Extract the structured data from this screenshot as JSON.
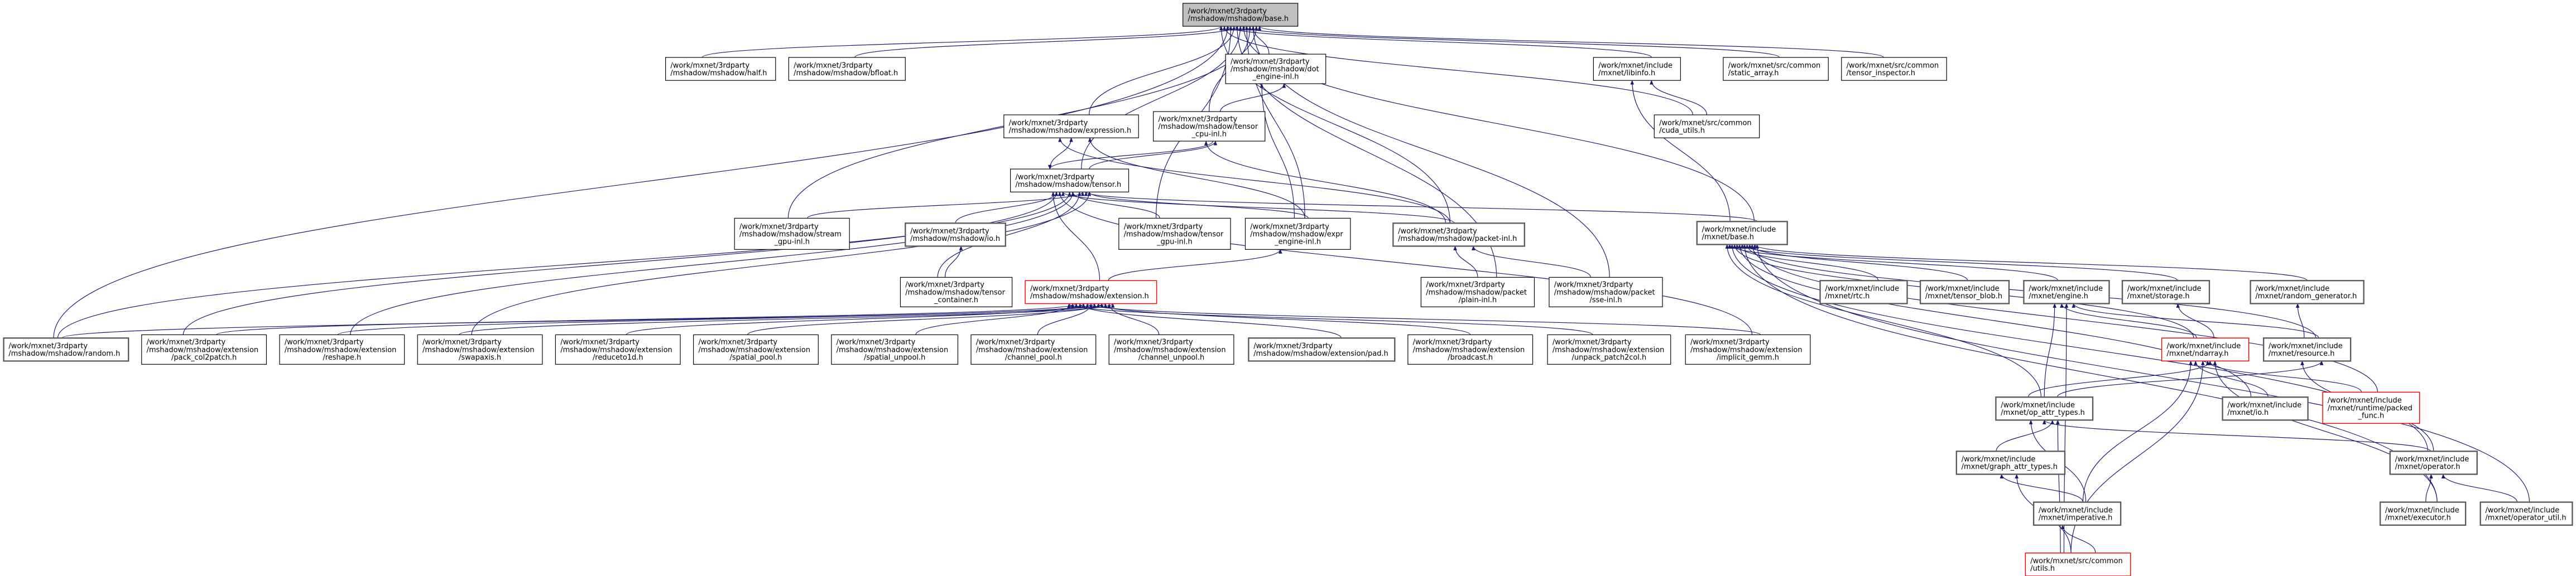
{
  "colors": {
    "edge": "#191970",
    "main_fill": "#bfbfbf",
    "truncated_border": "#ff0000",
    "border": "#000000"
  },
  "nodes": [
    {
      "id": "base",
      "lines": [
        "/work/mxnet/3rdparty",
        "/mshadow/mshadow/base.h"
      ],
      "style": "main"
    },
    {
      "id": "half",
      "lines": [
        "/work/mxnet/3rdparty",
        "/mshadow/mshadow/half.h"
      ],
      "style": "normal"
    },
    {
      "id": "bfloat",
      "lines": [
        "/work/mxnet/3rdparty",
        "/mshadow/mshadow/bfloat.h"
      ],
      "style": "normal"
    },
    {
      "id": "dot_engine",
      "lines": [
        "/work/mxnet/3rdparty",
        "/mshadow/mshadow/dot",
        "_engine-inl.h"
      ],
      "style": "normal"
    },
    {
      "id": "libinfo",
      "lines": [
        "/work/mxnet/include",
        "/mxnet/libinfo.h"
      ],
      "style": "normal"
    },
    {
      "id": "static_array",
      "lines": [
        "/work/mxnet/src/common",
        "/static_array.h"
      ],
      "style": "normal"
    },
    {
      "id": "tensor_inspector",
      "lines": [
        "/work/mxnet/src/common",
        "/tensor_inspector.h"
      ],
      "style": "normal"
    },
    {
      "id": "expression",
      "lines": [
        "/work/mxnet/3rdparty",
        "/mshadow/mshadow/expression.h"
      ],
      "style": "normal"
    },
    {
      "id": "tensor_cpu",
      "lines": [
        "/work/mxnet/3rdparty",
        "/mshadow/mshadow/tensor",
        "_cpu-inl.h"
      ],
      "style": "normal"
    },
    {
      "id": "cuda_utils",
      "lines": [
        "/work/mxnet/src/common",
        "/cuda_utils.h"
      ],
      "style": "normal"
    },
    {
      "id": "tensor",
      "lines": [
        "/work/mxnet/3rdparty",
        "/mshadow/mshadow/tensor.h"
      ],
      "style": "normal"
    },
    {
      "id": "stream_gpu",
      "lines": [
        "/work/mxnet/3rdparty",
        "/mshadow/mshadow/stream",
        "_gpu-inl.h"
      ],
      "style": "normal"
    },
    {
      "id": "io",
      "lines": [
        "/work/mxnet/3rdparty",
        "/mshadow/mshadow/io.h"
      ],
      "style": "thick"
    },
    {
      "id": "tensor_gpu",
      "lines": [
        "/work/mxnet/3rdparty",
        "/mshadow/mshadow/tensor",
        "_gpu-inl.h"
      ],
      "style": "normal"
    },
    {
      "id": "expr_engine",
      "lines": [
        "/work/mxnet/3rdparty",
        "/mshadow/mshadow/expr",
        "_engine-inl.h"
      ],
      "style": "normal"
    },
    {
      "id": "packet_inl",
      "lines": [
        "/work/mxnet/3rdparty",
        "/mshadow/mshadow/packet-inl.h"
      ],
      "style": "thick"
    },
    {
      "id": "base_mxnet",
      "lines": [
        "/work/mxnet/include",
        "/mxnet/base.h"
      ],
      "style": "thick"
    },
    {
      "id": "tensor_container",
      "lines": [
        "/work/mxnet/3rdparty",
        "/mshadow/mshadow/tensor",
        "_container.h"
      ],
      "style": "normal"
    },
    {
      "id": "extension",
      "lines": [
        "/work/mxnet/3rdparty",
        "/mshadow/mshadow/extension.h"
      ],
      "style": "red"
    },
    {
      "id": "packet_plain",
      "lines": [
        "/work/mxnet/3rdparty",
        "/mshadow/mshadow/packet",
        "/plain-inl.h"
      ],
      "style": "normal"
    },
    {
      "id": "packet_sse",
      "lines": [
        "/work/mxnet/3rdparty",
        "/mshadow/mshadow/packet",
        "/sse-inl.h"
      ],
      "style": "normal"
    },
    {
      "id": "rtc",
      "lines": [
        "/work/mxnet/include",
        "/mxnet/rtc.h"
      ],
      "style": "thick"
    },
    {
      "id": "tensor_blob",
      "lines": [
        "/work/mxnet/include",
        "/mxnet/tensor_blob.h"
      ],
      "style": "thick"
    },
    {
      "id": "engine",
      "lines": [
        "/work/mxnet/include",
        "/mxnet/engine.h"
      ],
      "style": "thick"
    },
    {
      "id": "storage",
      "lines": [
        "/work/mxnet/include",
        "/mxnet/storage.h"
      ],
      "style": "thick"
    },
    {
      "id": "random_generator",
      "lines": [
        "/work/mxnet/include",
        "/mxnet/random_generator.h"
      ],
      "style": "thick"
    },
    {
      "id": "random",
      "lines": [
        "/work/mxnet/3rdparty",
        "/mshadow/mshadow/random.h"
      ],
      "style": "thick"
    },
    {
      "id": "pack_col2patch",
      "lines": [
        "/work/mxnet/3rdparty",
        "/mshadow/mshadow/extension",
        "/pack_col2patch.h"
      ],
      "style": "normal"
    },
    {
      "id": "reshape",
      "lines": [
        "/work/mxnet/3rdparty",
        "/mshadow/mshadow/extension",
        "/reshape.h"
      ],
      "style": "normal"
    },
    {
      "id": "swapaxis",
      "lines": [
        "/work/mxnet/3rdparty",
        "/mshadow/mshadow/extension",
        "/swapaxis.h"
      ],
      "style": "normal"
    },
    {
      "id": "reduceto1d",
      "lines": [
        "/work/mxnet/3rdparty",
        "/mshadow/mshadow/extension",
        "/reduceto1d.h"
      ],
      "style": "normal"
    },
    {
      "id": "spatial_pool",
      "lines": [
        "/work/mxnet/3rdparty",
        "/mshadow/mshadow/extension",
        "/spatial_pool.h"
      ],
      "style": "normal"
    },
    {
      "id": "spatial_unpool",
      "lines": [
        "/work/mxnet/3rdparty",
        "/mshadow/mshadow/extension",
        "/spatial_unpool.h"
      ],
      "style": "normal"
    },
    {
      "id": "channel_pool",
      "lines": [
        "/work/mxnet/3rdparty",
        "/mshadow/mshadow/extension",
        "/channel_pool.h"
      ],
      "style": "normal"
    },
    {
      "id": "channel_unpool",
      "lines": [
        "/work/mxnet/3rdparty",
        "/mshadow/mshadow/extension",
        "/channel_unpool.h"
      ],
      "style": "normal"
    },
    {
      "id": "pad",
      "lines": [
        "/work/mxnet/3rdparty",
        "/mshadow/mshadow/extension/pad.h"
      ],
      "style": "thick"
    },
    {
      "id": "broadcast",
      "lines": [
        "/work/mxnet/3rdparty",
        "/mshadow/mshadow/extension",
        "/broadcast.h"
      ],
      "style": "normal"
    },
    {
      "id": "unpack_patch2col",
      "lines": [
        "/work/mxnet/3rdparty",
        "/mshadow/mshadow/extension",
        "/unpack_patch2col.h"
      ],
      "style": "normal"
    },
    {
      "id": "implicit_gemm",
      "lines": [
        "/work/mxnet/3rdparty",
        "/mshadow/mshadow/extension",
        "/implicit_gemm.h"
      ],
      "style": "normal"
    },
    {
      "id": "ndarray",
      "lines": [
        "/work/mxnet/include",
        "/mxnet/ndarray.h"
      ],
      "style": "red"
    },
    {
      "id": "resource",
      "lines": [
        "/work/mxnet/include",
        "/mxnet/resource.h"
      ],
      "style": "thick"
    },
    {
      "id": "op_attr_types",
      "lines": [
        "/work/mxnet/include",
        "/mxnet/op_attr_types.h"
      ],
      "style": "thick"
    },
    {
      "id": "io_mxnet",
      "lines": [
        "/work/mxnet/include",
        "/mxnet/io.h"
      ],
      "style": "thick"
    },
    {
      "id": "packed_func",
      "lines": [
        "/work/mxnet/include",
        "/mxnet/runtime/packed",
        "_func.h"
      ],
      "style": "red"
    },
    {
      "id": "graph_attr_types",
      "lines": [
        "/work/mxnet/include",
        "/mxnet/graph_attr_types.h"
      ],
      "style": "thick"
    },
    {
      "id": "operator",
      "lines": [
        "/work/mxnet/include",
        "/mxnet/operator.h"
      ],
      "style": "thick"
    },
    {
      "id": "imperative",
      "lines": [
        "/work/mxnet/include",
        "/mxnet/imperative.h"
      ],
      "style": "thick"
    },
    {
      "id": "executor",
      "lines": [
        "/work/mxnet/include",
        "/mxnet/executor.h"
      ],
      "style": "thick"
    },
    {
      "id": "operator_util",
      "lines": [
        "/work/mxnet/include",
        "/mxnet/operator_util.h"
      ],
      "style": "thick"
    },
    {
      "id": "utils",
      "lines": [
        "/work/mxnet/src/common",
        "/utils.h"
      ],
      "style": "red"
    }
  ],
  "edges": [
    [
      "half",
      "base"
    ],
    [
      "bfloat",
      "base"
    ],
    [
      "dot_engine",
      "base"
    ],
    [
      "libinfo",
      "base"
    ],
    [
      "static_array",
      "base"
    ],
    [
      "tensor_inspector",
      "base"
    ],
    [
      "expression",
      "base"
    ],
    [
      "tensor_cpu",
      "base"
    ],
    [
      "cuda_utils",
      "base"
    ],
    [
      "tensor",
      "base"
    ],
    [
      "stream_gpu",
      "base"
    ],
    [
      "tensor_gpu",
      "base"
    ],
    [
      "expr_engine",
      "base"
    ],
    [
      "packet_inl",
      "base"
    ],
    [
      "packet_plain",
      "base"
    ],
    [
      "packet_sse",
      "base"
    ],
    [
      "random",
      "base"
    ],
    [
      "base_mxnet",
      "base"
    ],
    [
      "cuda_utils",
      "libinfo"
    ],
    [
      "base_mxnet",
      "libinfo"
    ],
    [
      "tensor_cpu",
      "dot_engine"
    ],
    [
      "expr_engine",
      "dot_engine"
    ],
    [
      "tensor",
      "expression"
    ],
    [
      "expr_engine",
      "expression"
    ],
    [
      "packet_inl",
      "expression"
    ],
    [
      "tensor",
      "tensor_cpu"
    ],
    [
      "tensor_cpu",
      "tensor"
    ],
    [
      "packet_inl",
      "tensor_cpu"
    ],
    [
      "stream_gpu",
      "tensor"
    ],
    [
      "io",
      "tensor"
    ],
    [
      "tensor_gpu",
      "tensor"
    ],
    [
      "expr_engine",
      "tensor"
    ],
    [
      "packet_inl",
      "tensor"
    ],
    [
      "tensor_container",
      "tensor"
    ],
    [
      "extension",
      "tensor"
    ],
    [
      "random",
      "tensor"
    ],
    [
      "base_mxnet",
      "tensor"
    ],
    [
      "implicit_gemm",
      "tensor"
    ],
    [
      "tensor_container",
      "io"
    ],
    [
      "extension",
      "expr_engine"
    ],
    [
      "packet_plain",
      "packet_inl"
    ],
    [
      "packet_sse",
      "packet_inl"
    ],
    [
      "pack_col2patch",
      "extension"
    ],
    [
      "reshape",
      "extension"
    ],
    [
      "swapaxis",
      "extension"
    ],
    [
      "reduceto1d",
      "extension"
    ],
    [
      "spatial_pool",
      "extension"
    ],
    [
      "spatial_unpool",
      "extension"
    ],
    [
      "channel_pool",
      "extension"
    ],
    [
      "channel_unpool",
      "extension"
    ],
    [
      "pad",
      "extension"
    ],
    [
      "broadcast",
      "extension"
    ],
    [
      "unpack_patch2col",
      "extension"
    ],
    [
      "implicit_gemm",
      "extension"
    ],
    [
      "random",
      "extension"
    ],
    [
      "pack_col2patch",
      "tensor"
    ],
    [
      "reshape",
      "tensor"
    ],
    [
      "swapaxis",
      "tensor"
    ],
    [
      "rtc",
      "base_mxnet"
    ],
    [
      "tensor_blob",
      "base_mxnet"
    ],
    [
      "engine",
      "base_mxnet"
    ],
    [
      "storage",
      "base_mxnet"
    ],
    [
      "random_generator",
      "base_mxnet"
    ],
    [
      "ndarray",
      "base_mxnet"
    ],
    [
      "resource",
      "base_mxnet"
    ],
    [
      "op_attr_types",
      "base_mxnet"
    ],
    [
      "io_mxnet",
      "base_mxnet"
    ],
    [
      "packed_func",
      "base_mxnet"
    ],
    [
      "operator",
      "base_mxnet"
    ],
    [
      "executor",
      "base_mxnet"
    ],
    [
      "operator_util",
      "base_mxnet"
    ],
    [
      "ndarray",
      "engine"
    ],
    [
      "resource",
      "engine"
    ],
    [
      "op_attr_types",
      "engine"
    ],
    [
      "utils",
      "engine"
    ],
    [
      "ndarray",
      "storage"
    ],
    [
      "resource",
      "random_generator"
    ],
    [
      "op_attr_types",
      "ndarray"
    ],
    [
      "imperative",
      "ndarray"
    ],
    [
      "utils",
      "ndarray"
    ],
    [
      "executor",
      "ndarray"
    ],
    [
      "io_mxnet",
      "ndarray"
    ],
    [
      "packed_func",
      "ndarray"
    ],
    [
      "op_attr_types",
      "resource"
    ],
    [
      "operator",
      "resource"
    ],
    [
      "graph_attr_types",
      "op_attr_types"
    ],
    [
      "imperative",
      "op_attr_types"
    ],
    [
      "operator",
      "op_attr_types"
    ],
    [
      "utils",
      "op_attr_types"
    ],
    [
      "imperative",
      "graph_attr_types"
    ],
    [
      "utils",
      "graph_attr_types"
    ],
    [
      "utils",
      "imperative"
    ],
    [
      "executor",
      "operator"
    ],
    [
      "operator_util",
      "operator"
    ]
  ]
}
